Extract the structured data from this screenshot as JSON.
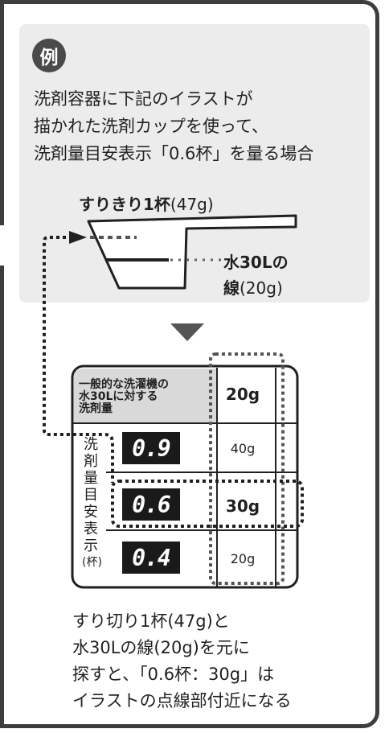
{
  "badge": "例",
  "intro": {
    "line1": "洗剤容器に下記のイラストが",
    "line2": "描かれた洗剤カップを使って、",
    "line3": "洗剤量目安表示「0.6杯」を量る場合"
  },
  "cup": {
    "full_bold": "すりきり1杯",
    "full_grams": "(47g)",
    "line_bold": "水30Lの",
    "line_label": "線",
    "line_grams": "(20g)"
  },
  "table": {
    "header_label": "一般的な洗濯機の水30Lに対する洗剤量",
    "header_lines": [
      "一般的な洗濯機の",
      "水30Lに対する",
      "洗剤量"
    ],
    "header_value": "20g",
    "side_label": "洗剤量目安表示(杯)",
    "rows": [
      {
        "display": "0.9",
        "grams": "40g"
      },
      {
        "display": "0.6",
        "grams": "30g"
      },
      {
        "display": "0.4",
        "grams": "20g"
      }
    ]
  },
  "conclusion": {
    "line1": "すり切り1杯(47g)と",
    "line2": "水30Lの線(20g)を元に",
    "line3": "探すと、「0.6杯：30g」は",
    "line4": "イラストの点線部付近になる"
  }
}
